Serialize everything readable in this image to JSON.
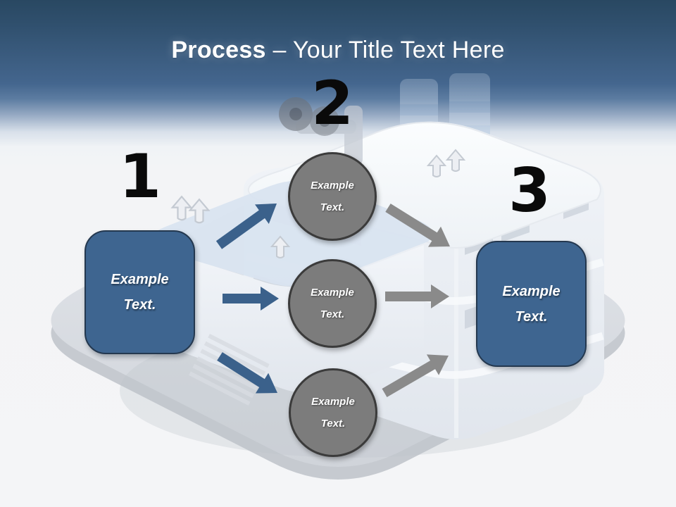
{
  "title": {
    "full": "Process – Your Title Text Here",
    "bold_part": "Process",
    "regular_part": " – Your Title Text Here"
  },
  "numbers": {
    "step1": "1",
    "step2": "2",
    "step3": "3"
  },
  "boxes": {
    "left": {
      "label": "Example Text."
    },
    "right": {
      "label": "Example Text."
    }
  },
  "circles": [
    {
      "label": "Example Text."
    },
    {
      "label": "Example Text."
    },
    {
      "label": "Example Text."
    }
  ],
  "illustration": {
    "name": "factory-building-illustration",
    "elements": [
      "platform-base",
      "main-building",
      "annex-building",
      "chimneys",
      "roof-vents",
      "pipe-valves",
      "stairs",
      "windows"
    ]
  },
  "colors": {
    "header_blue_top": "#294862",
    "header_blue": "#44668E",
    "canvas_bg": "#F4F5F7",
    "box_fill": "#3E6590",
    "box_border": "#24384F",
    "circle_fill": "#7C7C7C",
    "circle_border": "#3B3B3B",
    "arrow_blue": "#3B618B",
    "arrow_gray": "#8A8A8A",
    "number_black": "#0A0A0A",
    "title_white": "#FFFFFF"
  }
}
